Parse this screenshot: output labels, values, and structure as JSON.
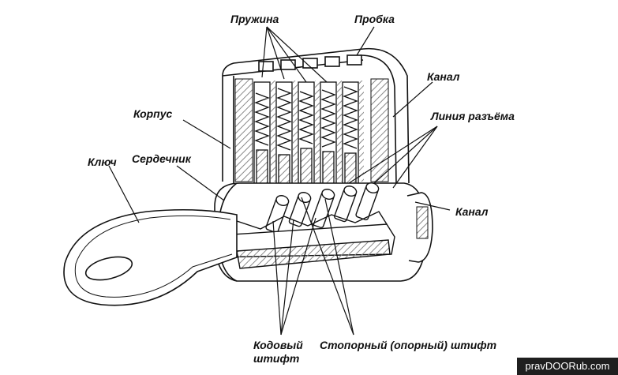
{
  "labels": {
    "spring": "Пружина",
    "plug": "Пробка",
    "channel_top": "Канал",
    "housing": "Корпус",
    "shear_line": "Линия разъёма",
    "key": "Ключ",
    "core": "Сердечник",
    "channel_bottom": "Канал",
    "code_pin_line1": "Кодовый",
    "code_pin_line2": "штифт",
    "driver_pin": "Стопорный  (опорный)  штифт"
  },
  "watermark": "pravDOORub.com",
  "colors": {
    "ink": "#111111",
    "hatch": "#8a8a8a",
    "watermark_bg": "#1f1f1f"
  }
}
